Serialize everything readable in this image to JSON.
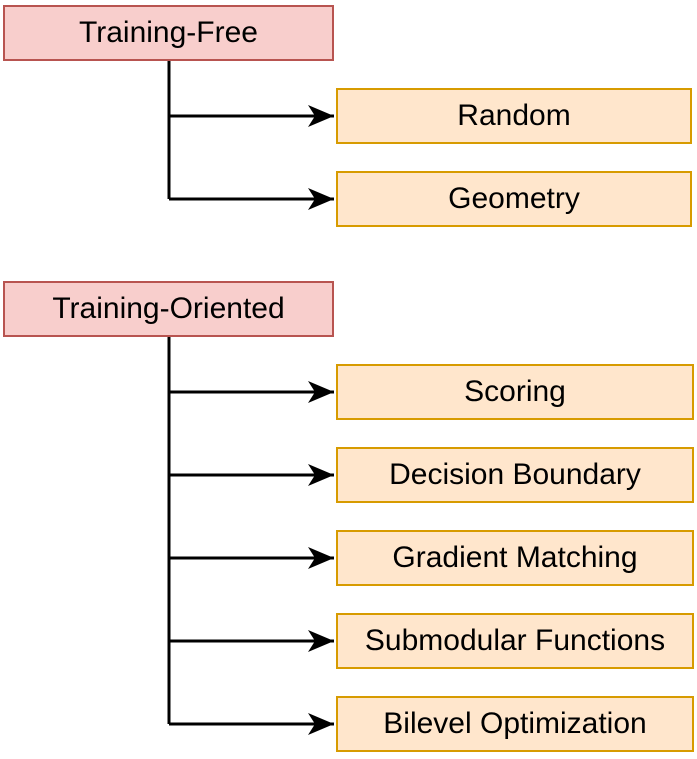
{
  "groups": [
    {
      "label": "Training-Free",
      "items": [
        "Random",
        "Geometry"
      ]
    },
    {
      "label": "Training-Oriented",
      "items": [
        "Scoring",
        "Decision Boundary",
        "Gradient Matching",
        "Submodular Functions",
        "Bilevel Optimization"
      ]
    }
  ],
  "colors": {
    "category_fill": "#f8cecc",
    "category_border": "#b85450",
    "method_fill": "#ffe6cc",
    "method_border": "#d79b00",
    "connector": "#000000"
  }
}
